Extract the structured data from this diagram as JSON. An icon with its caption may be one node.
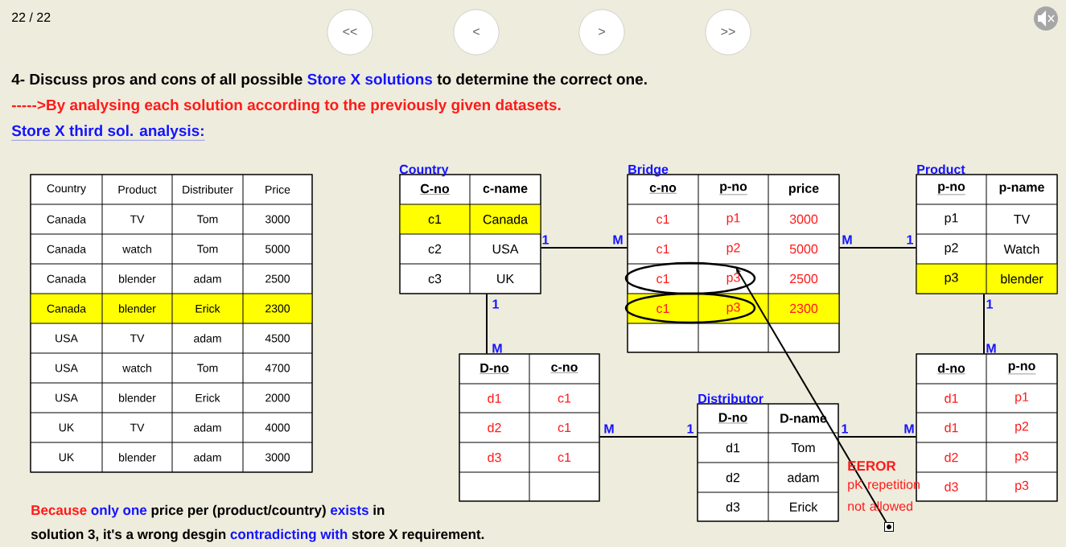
{
  "diagram": {
    "nodes": [
      {
        "text": [
          "<<"
        ]
      },
      {
        "text": [
          "<"
        ]
      },
      {
        "text": [
          ">"
        ]
      },
      {
        "text": [
          ">>"
        ]
      },
      {
        "text": [
          "Country",
          "Product",
          "Distributer",
          "Price",
          "Canada",
          "TV",
          "Tom",
          "3000",
          "Canada",
          "watch",
          "Tom",
          "5000",
          "Canada",
          "blender",
          "adam",
          "2500",
          "Canada",
          "blender",
          "Erick",
          "2300",
          "USA",
          "TV",
          "adam",
          "4500",
          "USA",
          "watch",
          "Tom",
          "4700",
          "USA",
          "blender",
          "Erick",
          "2000",
          "UK",
          "TV",
          "adam",
          "4000",
          "UK",
          "blender",
          "adam",
          "3000"
        ]
      },
      {
        "text": [
          "Country",
          "C-no",
          "c-name",
          "c1",
          "Canada",
          "c2",
          "USA",
          "c3",
          "UK"
        ]
      },
      {
        "text": [
          "Bridge",
          "c-no",
          "p-no",
          "price",
          "c1",
          "p1",
          "3000",
          "c1",
          "p2",
          "5000",
          "c1",
          "p3",
          "2500",
          "c1",
          "p3",
          "2300"
        ]
      },
      {
        "text": [
          "Product",
          "p-no",
          "p-name",
          "p1",
          "TV",
          "p2",
          "Watch",
          "p3",
          "blender"
        ]
      },
      {
        "text": [
          "D-no",
          "c-no",
          "d1",
          "c1",
          "d2",
          "c1",
          "d3",
          "c1"
        ]
      },
      {
        "text": [
          "Distributor",
          "D-no",
          "D-name",
          "d1",
          "Tom",
          "d2",
          "adam",
          "d3",
          "Erick"
        ]
      },
      {
        "text": [
          "d-no",
          "p-no",
          "d1",
          "p1",
          "d1",
          "p2",
          "d2",
          "p3",
          "d3",
          "p3"
        ]
      },
      {
        "text": [],
        "shape": "box"
      }
    ],
    "edges": [
      {
        "from": 5,
        "to": 6,
        "arrow": "none"
      },
      {
        "from": 6,
        "to": 7,
        "arrow": "none"
      },
      {
        "from": 5,
        "to": 8,
        "arrow": "none"
      },
      {
        "from": 7,
        "to": 10,
        "arrow": "none"
      },
      {
        "from": 8,
        "to": 9,
        "arrow": "none"
      },
      {
        "from": 9,
        "to": 10,
        "arrow": "none"
      },
      {
        "from": 11,
        "to": 6,
        "arrow": "to"
      }
    ],
    "labels": [
      "22 / 22",
      "4- Discuss pros and cons of all possible",
      "Store X solutions",
      "to determine the correct one.",
      "----->By analysing each solution according to the previously given datasets.",
      "Store X third sol. analysis:",
      "1",
      "M",
      "M",
      "1",
      "1",
      "1",
      "M",
      "M",
      "M",
      "1",
      "1",
      "M",
      "EEROR",
      "pK repetition not allowed",
      "Because",
      "only one",
      "price per (product/country)",
      "exists",
      "in",
      "solution 3, it's a wrong desgin",
      "contradicting with",
      "store X requirement."
    ]
  }
}
